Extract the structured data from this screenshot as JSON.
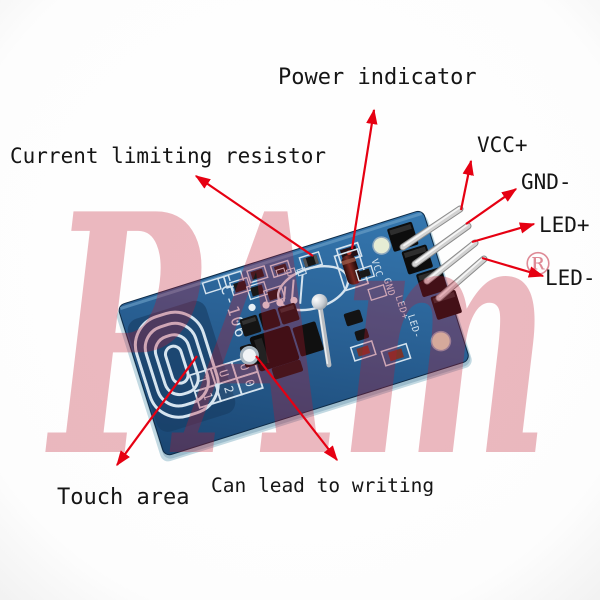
{
  "annotations": {
    "power_indicator": "Power indicator",
    "current_limiting_resistor": "Current limiting resistor",
    "vcc": "VCC+",
    "gnd": "GND-",
    "led_plus": "LED+",
    "led_minus": "LED-",
    "touch_area": "Touch area",
    "can_lead_to_writing": "Can lead to writing"
  },
  "board_silkscreen": {
    "model": "FC-106",
    "pin_labels": [
      "VCC",
      "GND",
      "LED+",
      "LED-"
    ],
    "jumper_table": {
      "row1": [
        "T",
        "U",
        "O"
      ],
      "row2": [
        "1",
        "2",
        "0"
      ]
    }
  },
  "watermark": {
    "text": "PAm",
    "registered": "®"
  },
  "colors": {
    "background": "#ffffff",
    "arrow": "#e60012",
    "label_text": "#151515",
    "pcb_blue": "#2a6296",
    "pcb_blue_dark": "#1a4672",
    "pcb_edge": "#c2d9e2",
    "silkscreen": "#d6e4ef",
    "watermark_red": "#c01830",
    "pin_silver": "#d2d2d2",
    "header_black": "#0d0d0d",
    "hole_tint": "#e4ecd2"
  }
}
